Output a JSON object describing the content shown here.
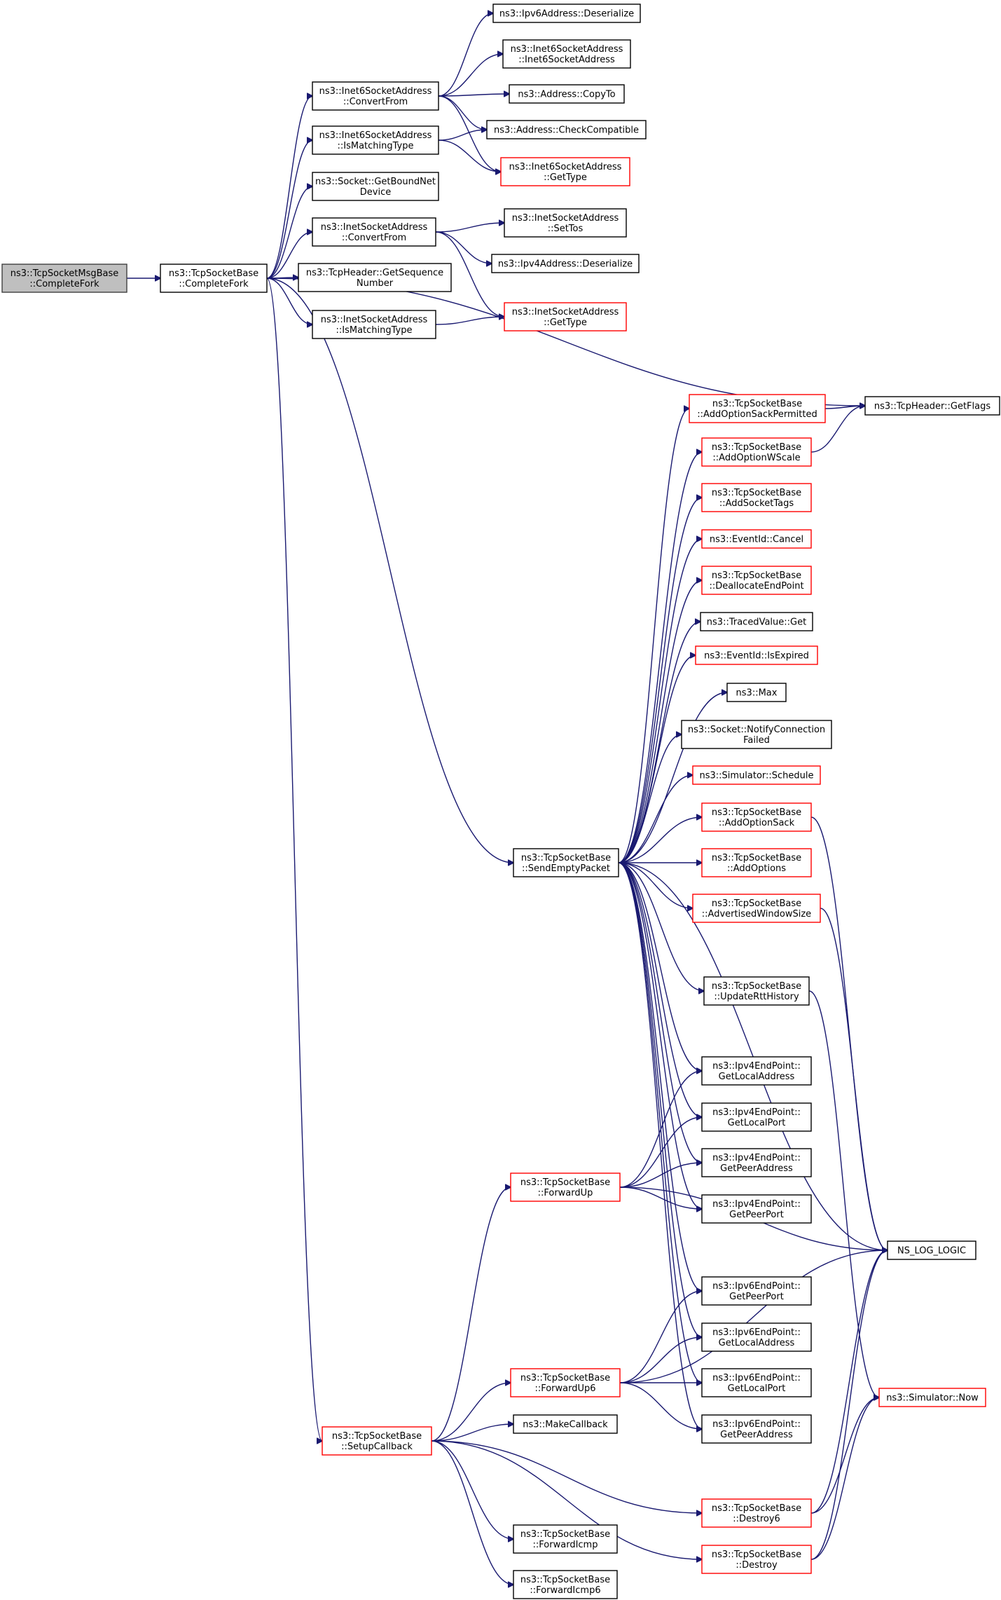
{
  "graph": {
    "nodes": {
      "root": {
        "lines": [
          "ns3::TcpSocketMsgBase",
          "::CompleteFork"
        ],
        "style": "root"
      },
      "cf": {
        "lines": [
          "ns3::TcpSocketBase",
          "::CompleteFork"
        ],
        "style": "normal"
      },
      "i6cf": {
        "lines": [
          "ns3::Inet6SocketAddress",
          "::ConvertFrom"
        ],
        "style": "normal"
      },
      "i6mt": {
        "lines": [
          "ns3::Inet6SocketAddress",
          "::IsMatchingType"
        ],
        "style": "normal"
      },
      "sgbnd": {
        "lines": [
          "ns3::Socket::GetBoundNet",
          "Device"
        ],
        "style": "normal"
      },
      "icf": {
        "lines": [
          "ns3::InetSocketAddress",
          "::ConvertFrom"
        ],
        "style": "normal"
      },
      "thgsn": {
        "lines": [
          "ns3::TcpHeader::GetSequence",
          "Number"
        ],
        "style": "normal"
      },
      "imt": {
        "lines": [
          "ns3::InetSocketAddress",
          "::IsMatchingType"
        ],
        "style": "normal"
      },
      "ip6d": {
        "lines": [
          "ns3::Ipv6Address::Deserialize"
        ],
        "style": "normal"
      },
      "i6ctor": {
        "lines": [
          "ns3::Inet6SocketAddress",
          "::Inet6SocketAddress"
        ],
        "style": "normal"
      },
      "acopy": {
        "lines": [
          "ns3::Address::CopyTo"
        ],
        "style": "normal"
      },
      "acc": {
        "lines": [
          "ns3::Address::CheckCompatible"
        ],
        "style": "normal"
      },
      "i6gt": {
        "lines": [
          "ns3::Inet6SocketAddress",
          "::GetType"
        ],
        "style": "red"
      },
      "isettos": {
        "lines": [
          "ns3::InetSocketAddress",
          "::SetTos"
        ],
        "style": "normal"
      },
      "ip4d": {
        "lines": [
          "ns3::Ipv4Address::Deserialize"
        ],
        "style": "normal"
      },
      "igt": {
        "lines": [
          "ns3::InetSocketAddress",
          "::GetType"
        ],
        "style": "red"
      },
      "aosp": {
        "lines": [
          "ns3::TcpSocketBase",
          "::AddOptionSackPermitted"
        ],
        "style": "red"
      },
      "thgf": {
        "lines": [
          "ns3::TcpHeader::GetFlags"
        ],
        "style": "normal"
      },
      "aows": {
        "lines": [
          "ns3::TcpSocketBase",
          "::AddOptionWScale"
        ],
        "style": "red"
      },
      "ast": {
        "lines": [
          "ns3::TcpSocketBase",
          "::AddSocketTags"
        ],
        "style": "red"
      },
      "ecancel": {
        "lines": [
          "ns3::EventId::Cancel"
        ],
        "style": "red"
      },
      "dep": {
        "lines": [
          "ns3::TcpSocketBase",
          "::DeallocateEndPoint"
        ],
        "style": "red"
      },
      "tvget": {
        "lines": [
          "ns3::TracedValue::Get"
        ],
        "style": "normal"
      },
      "eexp": {
        "lines": [
          "ns3::EventId::IsExpired"
        ],
        "style": "red"
      },
      "max": {
        "lines": [
          "ns3::Max"
        ],
        "style": "normal"
      },
      "sncf": {
        "lines": [
          "ns3::Socket::NotifyConnection",
          "Failed"
        ],
        "style": "normal"
      },
      "ssched": {
        "lines": [
          "ns3::Simulator::Schedule"
        ],
        "style": "red"
      },
      "aos": {
        "lines": [
          "ns3::TcpSocketBase",
          "::AddOptionSack"
        ],
        "style": "red"
      },
      "sep": {
        "lines": [
          "ns3::TcpSocketBase",
          "::SendEmptyPacket"
        ],
        "style": "normal"
      },
      "aopts": {
        "lines": [
          "ns3::TcpSocketBase",
          "::AddOptions"
        ],
        "style": "red"
      },
      "aws": {
        "lines": [
          "ns3::TcpSocketBase",
          "::AdvertisedWindowSize"
        ],
        "style": "red"
      },
      "urh": {
        "lines": [
          "ns3::TcpSocketBase",
          "::UpdateRttHistory"
        ],
        "style": "normal"
      },
      "e4gla": {
        "lines": [
          "ns3::Ipv4EndPoint::",
          "GetLocalAddress"
        ],
        "style": "normal"
      },
      "e4glp": {
        "lines": [
          "ns3::Ipv4EndPoint::",
          "GetLocalPort"
        ],
        "style": "normal"
      },
      "e4gpa": {
        "lines": [
          "ns3::Ipv4EndPoint::",
          "GetPeerAddress"
        ],
        "style": "normal"
      },
      "e4gpp": {
        "lines": [
          "ns3::Ipv4EndPoint::",
          "GetPeerPort"
        ],
        "style": "normal"
      },
      "fup": {
        "lines": [
          "ns3::TcpSocketBase",
          "::ForwardUp"
        ],
        "style": "red"
      },
      "nll": {
        "lines": [
          "NS_LOG_LOGIC"
        ],
        "style": "normal"
      },
      "e6gpp": {
        "lines": [
          "ns3::Ipv6EndPoint::",
          "GetPeerPort"
        ],
        "style": "normal"
      },
      "e6gla": {
        "lines": [
          "ns3::Ipv6EndPoint::",
          "GetLocalAddress"
        ],
        "style": "normal"
      },
      "fup6": {
        "lines": [
          "ns3::TcpSocketBase",
          "::ForwardUp6"
        ],
        "style": "red"
      },
      "e6glp": {
        "lines": [
          "ns3::Ipv6EndPoint::",
          "GetLocalPort"
        ],
        "style": "normal"
      },
      "snow": {
        "lines": [
          "ns3::Simulator::Now"
        ],
        "style": "red"
      },
      "mcb": {
        "lines": [
          "ns3::MakeCallback"
        ],
        "style": "normal"
      },
      "e6gpa": {
        "lines": [
          "ns3::Ipv6EndPoint::",
          "GetPeerAddress"
        ],
        "style": "normal"
      },
      "scb": {
        "lines": [
          "ns3::TcpSocketBase",
          "::SetupCallback"
        ],
        "style": "red"
      },
      "d6": {
        "lines": [
          "ns3::TcpSocketBase",
          "::Destroy6"
        ],
        "style": "red"
      },
      "fic": {
        "lines": [
          "ns3::TcpSocketBase",
          "::ForwardIcmp"
        ],
        "style": "normal"
      },
      "d": {
        "lines": [
          "ns3::TcpSocketBase",
          "::Destroy"
        ],
        "style": "red"
      },
      "fic6": {
        "lines": [
          "ns3::TcpSocketBase",
          "::ForwardIcmp6"
        ],
        "style": "normal"
      }
    },
    "edges": [
      [
        "root",
        "cf"
      ],
      [
        "cf",
        "i6cf"
      ],
      [
        "cf",
        "i6mt"
      ],
      [
        "cf",
        "sgbnd"
      ],
      [
        "cf",
        "icf"
      ],
      [
        "cf",
        "thgsn"
      ],
      [
        "cf",
        "imt"
      ],
      [
        "cf",
        "thgf"
      ],
      [
        "cf",
        "sep"
      ],
      [
        "cf",
        "scb"
      ],
      [
        "i6cf",
        "ip6d"
      ],
      [
        "i6cf",
        "i6ctor"
      ],
      [
        "i6cf",
        "acopy"
      ],
      [
        "i6cf",
        "acc"
      ],
      [
        "i6cf",
        "i6gt"
      ],
      [
        "i6mt",
        "acc"
      ],
      [
        "i6mt",
        "i6gt"
      ],
      [
        "icf",
        "isettos"
      ],
      [
        "icf",
        "ip4d"
      ],
      [
        "icf",
        "igt"
      ],
      [
        "imt",
        "igt"
      ],
      [
        "aosp",
        "thgf"
      ],
      [
        "aows",
        "thgf"
      ],
      [
        "sep",
        "aosp"
      ],
      [
        "sep",
        "aows"
      ],
      [
        "sep",
        "ast"
      ],
      [
        "sep",
        "ecancel"
      ],
      [
        "sep",
        "dep"
      ],
      [
        "sep",
        "tvget"
      ],
      [
        "sep",
        "eexp"
      ],
      [
        "sep",
        "max"
      ],
      [
        "sep",
        "sncf"
      ],
      [
        "sep",
        "ssched"
      ],
      [
        "sep",
        "aos"
      ],
      [
        "sep",
        "aopts"
      ],
      [
        "sep",
        "aws"
      ],
      [
        "sep",
        "urh"
      ],
      [
        "sep",
        "nll"
      ],
      [
        "sep",
        "e4gla"
      ],
      [
        "sep",
        "e4glp"
      ],
      [
        "sep",
        "e4gpa"
      ],
      [
        "sep",
        "e4gpp"
      ],
      [
        "sep",
        "e6gpp"
      ],
      [
        "sep",
        "e6gla"
      ],
      [
        "sep",
        "e6glp"
      ],
      [
        "sep",
        "e6gpa"
      ],
      [
        "aos",
        "nll"
      ],
      [
        "aws",
        "nll"
      ],
      [
        "urh",
        "snow"
      ],
      [
        "fup",
        "e4gla"
      ],
      [
        "fup",
        "e4glp"
      ],
      [
        "fup",
        "e4gpa"
      ],
      [
        "fup",
        "e4gpp"
      ],
      [
        "fup",
        "nll"
      ],
      [
        "fup6",
        "e6gpp"
      ],
      [
        "fup6",
        "e6gla"
      ],
      [
        "fup6",
        "e6glp"
      ],
      [
        "fup6",
        "e6gpa"
      ],
      [
        "fup6",
        "nll"
      ],
      [
        "scb",
        "fup"
      ],
      [
        "scb",
        "fup6"
      ],
      [
        "scb",
        "mcb"
      ],
      [
        "scb",
        "d6"
      ],
      [
        "scb",
        "d"
      ],
      [
        "scb",
        "fic"
      ],
      [
        "scb",
        "fic6"
      ],
      [
        "d6",
        "nll"
      ],
      [
        "d6",
        "snow"
      ],
      [
        "d",
        "nll"
      ],
      [
        "d",
        "snow"
      ]
    ]
  }
}
